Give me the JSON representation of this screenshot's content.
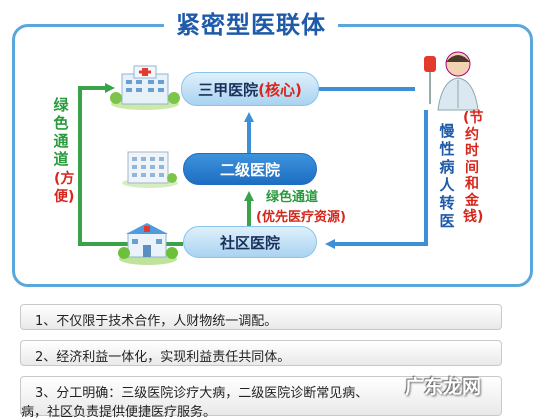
{
  "title": "紧密型医联体",
  "nodes": {
    "top_name": "三甲医院",
    "top_tag": "(核心)",
    "mid": "二级医院",
    "bottom": "社区医院"
  },
  "left_channel": {
    "label": "绿色通道",
    "note": "(方便)"
  },
  "center_channel": {
    "label": "绿色通道",
    "note": "(优先医疗资源)"
  },
  "right_channel": {
    "label": "慢性病人转医",
    "note": "(节约时间和金钱)"
  },
  "points": [
    "1、不仅限于技术合作，人财物统一调配。",
    "2、经济利益一体化，实现利益责任共同体。",
    "3、分工明确：三级医院诊疗大病，二级医院诊断常见病、",
    "病，社区负责提供便捷医疗服务。"
  ],
  "watermark": "广东龙网",
  "colors": {
    "border": "#5aa8db",
    "title": "#1e5aa8",
    "green": "#2a9a3d",
    "red": "#d7261c",
    "node_dark": "#1d6ec2"
  }
}
